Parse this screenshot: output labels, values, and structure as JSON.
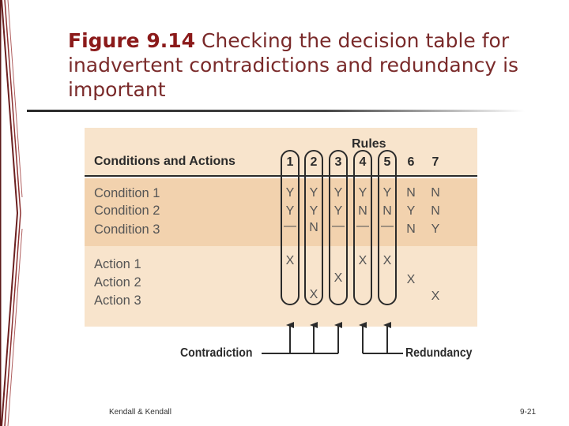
{
  "slide": {
    "figure_label": "Figure 9.14",
    "figure_caption": "Checking the decision table for inadvertent contradictions and redundancy is important",
    "footer_left": "Kendall & Kendall",
    "footer_right": "9-21"
  },
  "table": {
    "rules_header": "Rules",
    "conditions_actions_header": "Conditions and Actions",
    "rule_numbers": [
      "1",
      "2",
      "3",
      "4",
      "5",
      "6",
      "7"
    ],
    "conditions": [
      {
        "label": "Condition 1",
        "values": [
          "Y",
          "Y",
          "Y",
          "Y",
          "Y",
          "N",
          "N"
        ]
      },
      {
        "label": "Condition 2",
        "values": [
          "Y",
          "Y",
          "Y",
          "N",
          "N",
          "Y",
          "N"
        ]
      },
      {
        "label": "Condition 3",
        "values": [
          "—",
          "N",
          "—",
          "—",
          "—",
          "N",
          "Y"
        ]
      }
    ],
    "actions": [
      {
        "label": "Action 1",
        "values": [
          "X",
          "",
          "",
          "X",
          "X",
          "",
          ""
        ]
      },
      {
        "label": "Action 2",
        "values": [
          "",
          "",
          "X",
          "",
          "",
          "X",
          ""
        ]
      },
      {
        "label": "Action 3",
        "values": [
          "",
          "X",
          "",
          "",
          "",
          "",
          "X"
        ]
      }
    ],
    "contradiction_label": "Contradiction",
    "redundancy_label": "Redundancy"
  },
  "colors": {
    "title": "#8b1a1a",
    "panel_light": "#f8e4cc",
    "panel_dark": "#f2d2ae",
    "lines": "#2b2b2b"
  }
}
